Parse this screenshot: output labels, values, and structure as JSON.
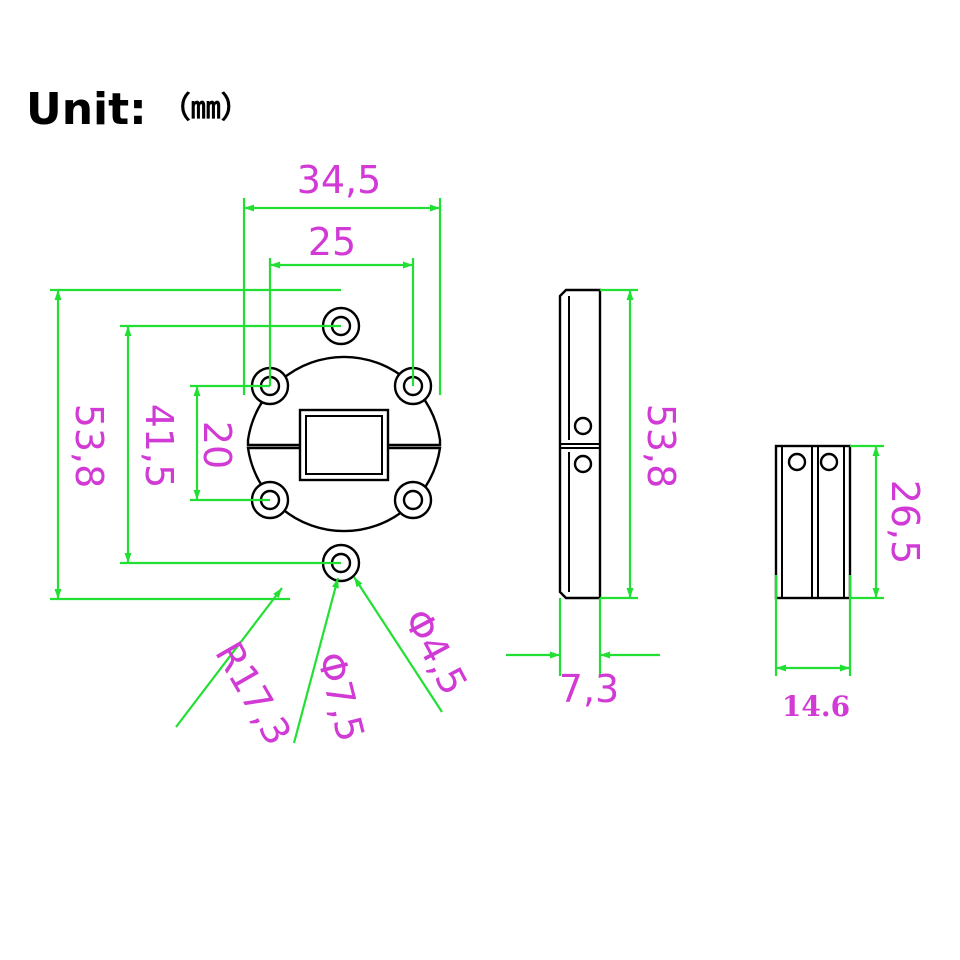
{
  "unit": {
    "label": "Unit:",
    "suffix": "（㎜）"
  },
  "dimensions": {
    "width_outer": "34,5",
    "hole_spacing_x": "25",
    "height_total": "53,8",
    "hole_spacing_y_outer": "41,5",
    "hole_spacing_y_inner": "20",
    "radius": "R17,3",
    "diameter_outer": "Φ7,5",
    "diameter_inner": "Φ4,5",
    "side_height": "53,8",
    "side_thickness": "7,3",
    "closed_height": "26,5",
    "closed_width": "14.6"
  },
  "colors": {
    "dimension_line": "#22e033",
    "dimension_text": "#d23ad6",
    "part_outline": "#000000"
  }
}
